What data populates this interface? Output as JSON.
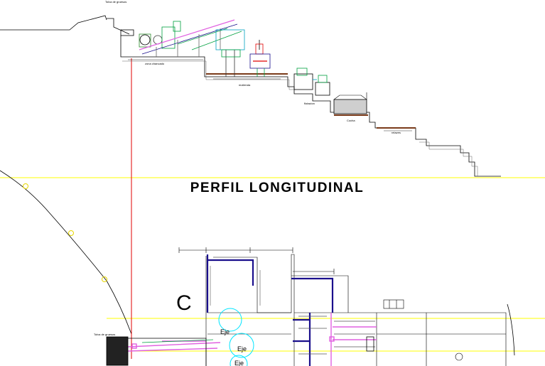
{
  "drawing": {
    "title": "PERFIL LONGITUDINAL",
    "section_letter": "C",
    "eje_labels": [
      "Eje",
      "Eje",
      "Eje"
    ],
    "small_labels": [
      "Tolva de gruesos",
      "zona chancado",
      "molienda",
      "flotacion",
      "Cocha",
      "relaves",
      "Tolva de gruesos"
    ]
  },
  "colors": {
    "background": "#ffffff",
    "axis_yellow": "#ffff00",
    "section_red": "#e00000",
    "wall_blue": "#1a0f8c",
    "pipe_magenta": "#e060e0",
    "circle_cyan": "#00e5ff",
    "brown": "#7a3b1a",
    "green": "#00a040"
  }
}
